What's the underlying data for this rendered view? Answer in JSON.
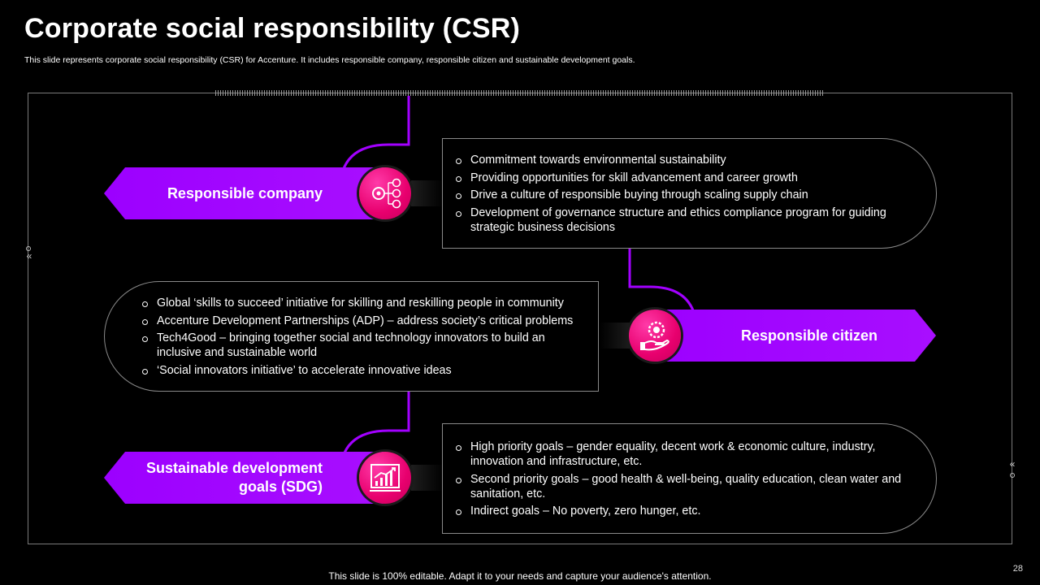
{
  "slide": {
    "title": "Corporate social responsibility (CSR)",
    "subtitle": "This slide represents corporate social responsibility (CSR) for Accenture. It includes responsible company, responsible citizen and sustainable development goals.",
    "footer": "This slide is 100% editable. Adapt it to your needs and capture your audience's attention.",
    "page_number": "28"
  },
  "sections": [
    {
      "label": "Responsible company",
      "icon": "people-network-icon",
      "bullets": [
        "Commitment towards environmental sustainability",
        "Providing opportunities for skill advancement and career growth",
        "Drive a culture of responsible buying through scaling supply chain",
        "Development of governance structure and ethics compliance program for guiding strategic business decisions"
      ]
    },
    {
      "label": "Responsible citizen",
      "icon": "hand-gear-icon",
      "bullets": [
        "Global ‘skills to succeed’ initiative for skilling and reskilling people in community",
        "Accenture Development Partnerships (ADP) – address society’s critical problems",
        "Tech4Good – bringing together social and technology innovators to build an inclusive and sustainable world",
        "‘Social innovators initiative’ to accelerate innovative ideas"
      ]
    },
    {
      "label_line1": "Sustainable development",
      "label_line2": "goals (SDG)",
      "icon": "growth-chart-icon",
      "bullets": [
        "High priority goals – gender equality, decent work & economic culture, industry, innovation and infrastructure, etc.",
        "Second priority goals – good health & well-being, quality education, clean water and sanitation, etc.",
        "Indirect goals – No poverty, zero hunger, etc."
      ]
    }
  ],
  "colors": {
    "accent_purple": "#a200ff",
    "icon_pink": "#e8006e",
    "background": "#000000"
  }
}
